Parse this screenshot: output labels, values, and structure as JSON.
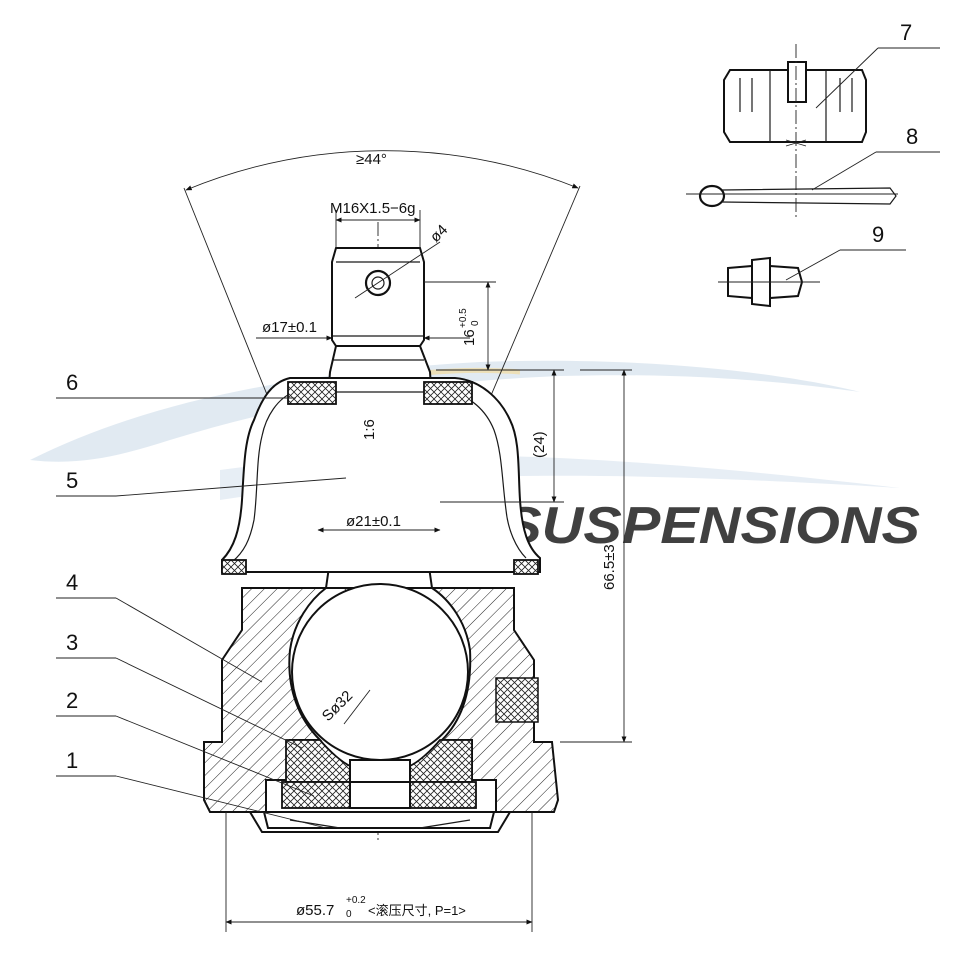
{
  "callouts": [
    {
      "number": "1"
    },
    {
      "number": "2"
    },
    {
      "number": "3"
    },
    {
      "number": "4"
    },
    {
      "number": "5"
    },
    {
      "number": "6"
    },
    {
      "number": "7"
    },
    {
      "number": "8"
    },
    {
      "number": "9"
    }
  ],
  "dimensions": {
    "angle": "≥44°",
    "thread": "M16X1.5−6g",
    "hole": "ø4",
    "shank_dia": "ø17±0.1",
    "length_16": "16",
    "length_16_tol_upper": "+0.5",
    "length_16_tol_lower": "0",
    "length_24": "(24)",
    "taper": "1:6",
    "neck_dia": "ø21±0.1",
    "height": "66.5±3",
    "ball": "Sø32",
    "base_dia": "ø55.7",
    "base_dia_tol_upper": "+0.2",
    "base_dia_tol_lower": "0",
    "base_note": "<滚压尺寸, P=1>"
  },
  "watermark": {
    "text": "CHANGASUSPENSIONS",
    "color": "#c9d9e8",
    "accent": "#f2dca0"
  }
}
